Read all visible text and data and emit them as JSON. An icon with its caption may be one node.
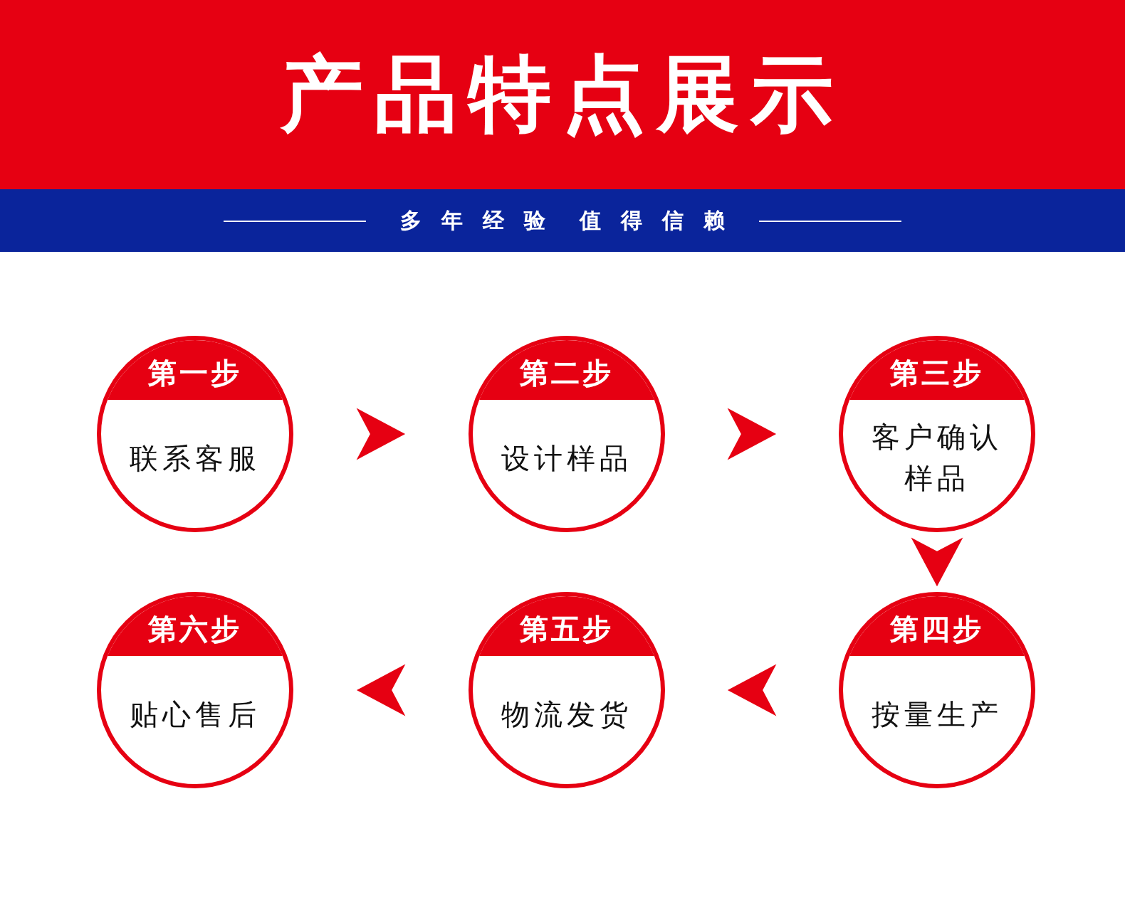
{
  "diagram": {
    "title": "产品特点展示",
    "nodes": [
      {
        "text": [
          "第一步",
          "联系客服"
        ]
      },
      {
        "text": [
          "第二步",
          "设计样品"
        ]
      },
      {
        "text": [
          "第三步",
          "客户确认样品"
        ]
      },
      {
        "text": [
          "第四步",
          "按量生产"
        ]
      },
      {
        "text": [
          "第五步",
          "物流发货"
        ]
      },
      {
        "text": [
          "第六步",
          "贴心售后"
        ]
      }
    ],
    "edges": [
      {
        "from": 0,
        "to": 1,
        "arrow": "to"
      },
      {
        "from": 1,
        "to": 2,
        "arrow": "to"
      },
      {
        "from": 2,
        "to": 3,
        "arrow": "to"
      },
      {
        "from": 3,
        "to": 4,
        "arrow": "to"
      },
      {
        "from": 4,
        "to": 5,
        "arrow": "to"
      }
    ],
    "labels": [
      "多年经验",
      "值得信赖"
    ]
  }
}
